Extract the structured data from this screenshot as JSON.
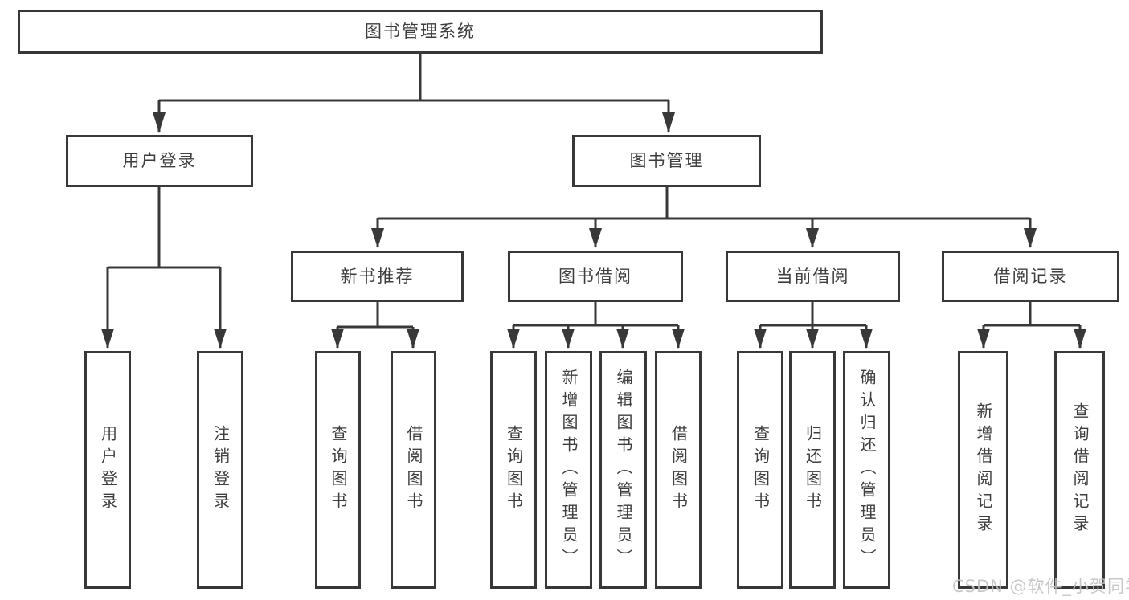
{
  "diagram_type": "hierarchy-tree",
  "tree": {
    "label": "图书管理系统",
    "children": [
      {
        "label": "用户登录",
        "children": [
          {
            "label": "用户登录"
          },
          {
            "label": "注销登录"
          }
        ]
      },
      {
        "label": "图书管理",
        "children": [
          {
            "label": "新书推荐",
            "children": [
              {
                "label": "查询图书"
              },
              {
                "label": "借阅图书"
              }
            ]
          },
          {
            "label": "图书借阅",
            "children": [
              {
                "label": "查询图书"
              },
              {
                "label": "新增图书（管理员）"
              },
              {
                "label": "编辑图书（管理员）"
              },
              {
                "label": "借阅图书"
              }
            ]
          },
          {
            "label": "当前借阅",
            "children": [
              {
                "label": "查询图书"
              },
              {
                "label": "归还图书"
              },
              {
                "label": "确认归还（管理员）"
              }
            ]
          },
          {
            "label": "借阅记录",
            "children": [
              {
                "label": "新增借阅记录"
              },
              {
                "label": "查询借阅记录"
              }
            ]
          }
        ]
      }
    ]
  },
  "watermark": {
    "text": "CSDN @软件_小贺同学"
  },
  "colors": {
    "line": "#383838",
    "box_border": "#383838",
    "box_fill": "#ffffff",
    "text": "#3e3e3e",
    "watermark": "#c3c3c3",
    "background": "#ffffff"
  }
}
